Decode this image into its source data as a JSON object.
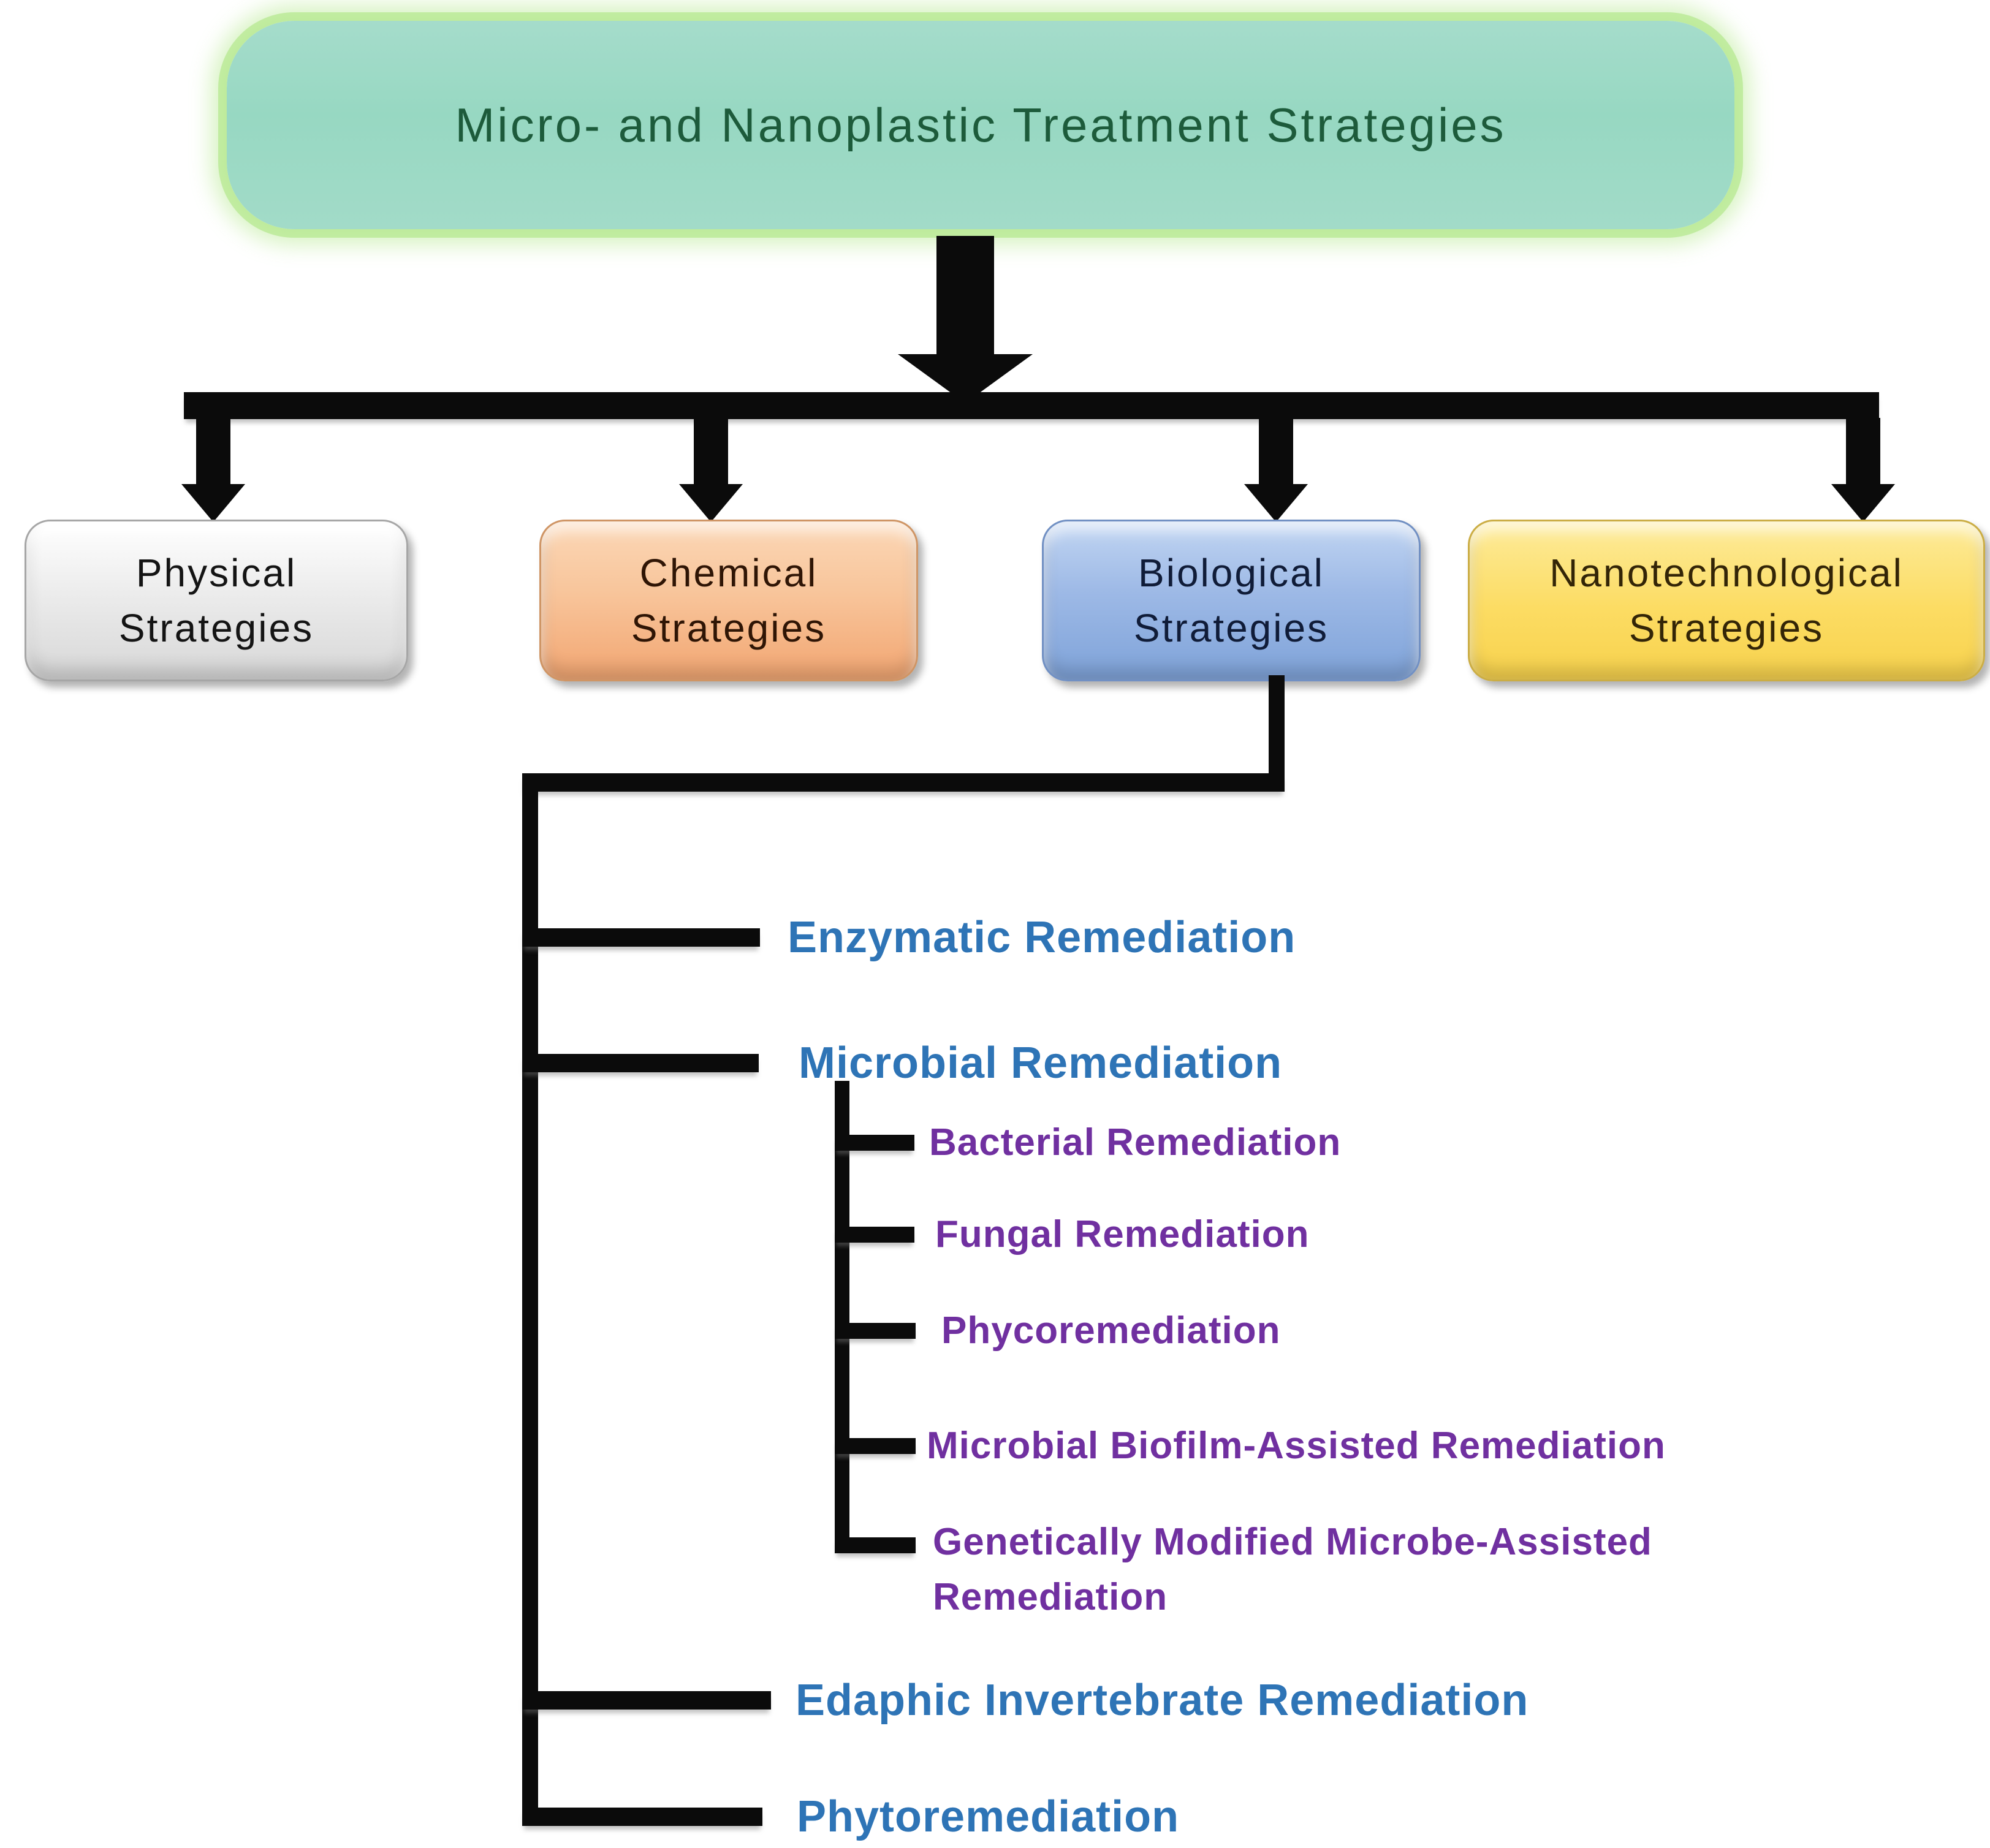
{
  "title": "Micro- and Nanoplastic Treatment Strategies",
  "top_boxes": [
    {
      "line1": "Physical",
      "line2": "Strategies",
      "fill": "#ececec"
    },
    {
      "line1": "Chemical",
      "line2": "Strategies",
      "fill": "#f8c59b"
    },
    {
      "line1": "Biological",
      "line2": "Strategies",
      "fill": "#9db9e6"
    },
    {
      "line1": "Nanotechnological",
      "line2": "Strategies",
      "fill": "#fcdc63"
    }
  ],
  "tree": {
    "level1": [
      {
        "label": "Enzymatic Remediation",
        "color": "#2e74b6"
      },
      {
        "label": "Microbial Remediation",
        "color": "#2e74b6"
      },
      {
        "label": "Edaphic Invertebrate Remediation",
        "color": "#2e74b6"
      },
      {
        "label": "Phytoremediation",
        "color": "#2e74b6"
      }
    ],
    "level2_microbial": [
      {
        "label": "Bacterial Remediation",
        "color": "#7030a0"
      },
      {
        "label": "Fungal Remediation",
        "color": "#7030a0"
      },
      {
        "label": "Phycoremediation",
        "color": "#7030a0"
      },
      {
        "label": "Microbial Biofilm-Assisted Remediation",
        "color": "#7030a0"
      },
      {
        "label": "Genetically Modified Microbe-Assisted Remediation",
        "color": "#7030a0"
      }
    ]
  },
  "colors": {
    "title_box_fill": "#9dd9c5",
    "title_box_glow": "#a8e47a",
    "title_text": "#1d5b3b",
    "connector": "#0b0b0b",
    "level1_text": "#2e74b6",
    "level2_text": "#7030a0"
  }
}
